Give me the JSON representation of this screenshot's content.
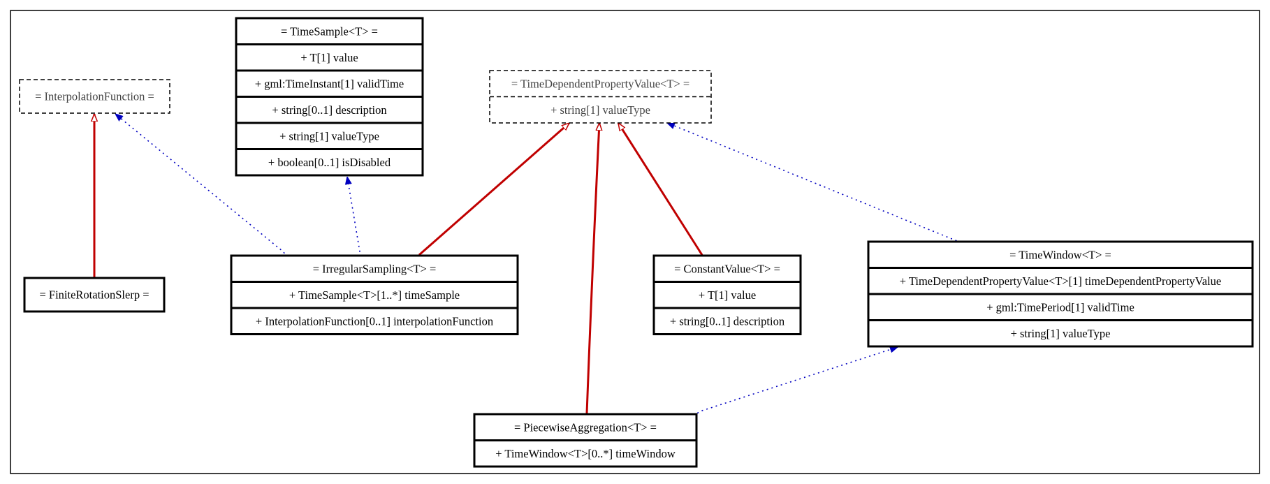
{
  "classes": {
    "interpolation_function": {
      "title": "= InterpolationFunction =",
      "attributes": []
    },
    "time_sample": {
      "title": "= TimeSample<T> =",
      "attributes": [
        "+ T[1] value",
        "+ gml:TimeInstant[1] validTime",
        "+ string[0..1] description",
        "+ string[1] valueType",
        "+ boolean[0..1] isDisabled"
      ]
    },
    "time_dependent_property_value": {
      "title": "= TimeDependentPropertyValue<T> =",
      "attributes": [
        "+ string[1] valueType"
      ]
    },
    "finite_rotation_slerp": {
      "title": "= FiniteRotationSlerp =",
      "attributes": []
    },
    "irregular_sampling": {
      "title": "= IrregularSampling<T> =",
      "attributes": [
        "+ TimeSample<T>[1..*] timeSample",
        "+ InterpolationFunction[0..1] interpolationFunction"
      ]
    },
    "constant_value": {
      "title": "= ConstantValue<T> =",
      "attributes": [
        "+ T[1] value",
        "+ string[0..1] description"
      ]
    },
    "time_window": {
      "title": "= TimeWindow<T> =",
      "attributes": [
        "+ TimeDependentPropertyValue<T>[1] timeDependentPropertyValue",
        "+ gml:TimePeriod[1] validTime",
        "+ string[1] valueType"
      ]
    },
    "piecewise_aggregation": {
      "title": "= PiecewiseAggregation<T> =",
      "attributes": [
        "+ TimeWindow<T>[0..*] timeWindow"
      ]
    }
  },
  "colors": {
    "generalization": "#c00000",
    "association": "#0000c0",
    "abstract_text": "#444444",
    "border": "#000000"
  }
}
